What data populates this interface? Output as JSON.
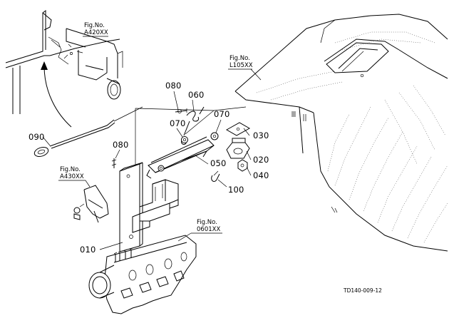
{
  "callouts": {
    "p090": "090",
    "p080_upper": "080",
    "p060": "060",
    "p070_left": "070",
    "p070_right": "070",
    "p080_left": "080",
    "p050": "050",
    "p030": "030",
    "p020": "020",
    "p040": "040",
    "p100": "100",
    "p010": "010"
  },
  "fig_refs": {
    "a420": {
      "label": "Fig.No.",
      "number": "A420XX"
    },
    "l105": {
      "label": "Fig.No.",
      "number": "L105XX"
    },
    "a430": {
      "label": "Fig.No.",
      "number": "A430XX"
    },
    "f0601": {
      "label": "Fig.No.",
      "number": "0601XX"
    }
  },
  "drawing_code": "TD140-009-12"
}
